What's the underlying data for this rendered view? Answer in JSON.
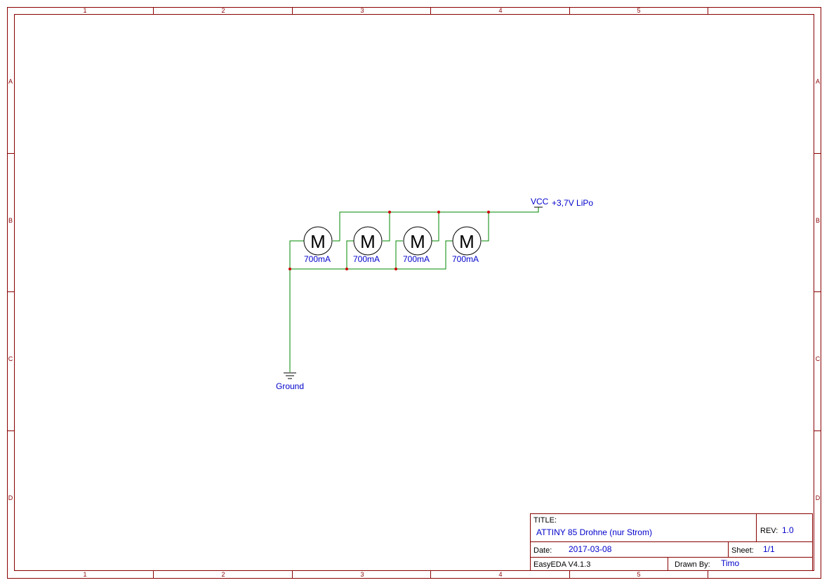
{
  "frame": {
    "columns": [
      "1",
      "2",
      "3",
      "4",
      "5"
    ],
    "rows": [
      "A",
      "B",
      "C",
      "D"
    ]
  },
  "schematic": {
    "motors": [
      {
        "symbol": "M",
        "label": "700mA"
      },
      {
        "symbol": "M",
        "label": "700mA"
      },
      {
        "symbol": "M",
        "label": "700mA"
      },
      {
        "symbol": "M",
        "label": "700mA"
      }
    ],
    "vcc": {
      "net": "VCC",
      "label": "+3,7V LiPo"
    },
    "ground": {
      "label": "Ground"
    }
  },
  "title_block": {
    "title_label": "TITLE:",
    "title": "ATTINY 85 Drohne (nur Strom)",
    "rev_label": "REV:",
    "rev": "1.0",
    "date_label": "Date:",
    "date": "2017-03-08",
    "sheet_label": "Sheet:",
    "sheet": "1/1",
    "software": "EasyEDA V4.1.3",
    "drawn_by_label": "Drawn By:",
    "drawn_by": "Timo"
  },
  "colors": {
    "frame": "#880000",
    "wire": "#008800",
    "text": "#0000cc",
    "junction": "#cc0000"
  }
}
